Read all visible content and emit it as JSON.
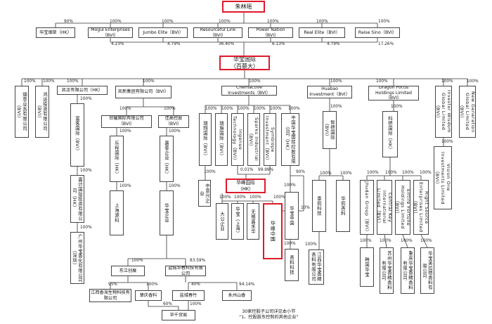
{
  "top": {
    "name": "朱林瑶"
  },
  "hq": {
    "name": "华宝国际",
    "sub": "（百慕大）"
  },
  "shareholders": [
    {
      "name": "华宝烟草（HK）",
      "pct_from_top": "90%",
      "pct_to_hq": ""
    },
    {
      "name": "Mogul Enterprises（BVI）",
      "pct_from_top": "100%",
      "pct_to_hq": "4.23%"
    },
    {
      "name": "Jumbo Elite（BVI）",
      "pct_from_top": "100%",
      "pct_to_hq": "4.79%"
    },
    {
      "name": "Resourceful Link（BVI）",
      "pct_from_top": "100%",
      "pct_to_hq": "36.40%"
    },
    {
      "name": "Power Nation（BVI）",
      "pct_from_top": "100%",
      "pct_to_hq": "6.13%"
    },
    {
      "name": "Real Elite（BVI）",
      "pct_from_top": "100%",
      "pct_to_hq": "4.79%"
    },
    {
      "name": "Raise Sino（BVI）",
      "pct_from_top": "100%",
      "pct_to_hq": "17.26%"
    }
  ],
  "subs": {
    "s1": "烟草业务有限公司（BVI）",
    "s1p": "100%",
    "s2": "鸿运投资有限公司（BVI）",
    "s2p": "100%",
    "kaizheng": "凯正有限公司（HK）",
    "kaizheng_p": "100%",
    "kaixin": "凯新集团有限公司（BVI）",
    "kaixin_p": "100%",
    "chemactive": "Chemactive Investments（BVI）",
    "chemactive_p": "100%",
    "huabao_inv": "Huabao Investment（BVI）",
    "huabao_inv_p": "100%",
    "dragon": "Dragon Focus Holdings Limited（BVI）",
    "dragon_p": "100%",
    "investor_wisdom": "Investor Wisdom Global Limited（BVI）",
    "investor_wisdom_p": "100%",
    "new_generation": "New Generation Global Limited（BVI）",
    "new_generation_p": "100%"
  },
  "kz_chain": {
    "c1": "富客国际（BVI）",
    "c1p": "100%",
    "c2": "嘉计国际投资有限公司（HK）",
    "c2p": "100%",
    "c3": "广州华宝香化有限公司（深圳）",
    "c3p": "100%"
  },
  "kx_chain": {
    "a": "欣耀国际有限公司（BVI）",
    "ap": "100%",
    "a1": "乐程国际（HK）",
    "a1p": "100%",
    "a2": "上海源科",
    "a2p": "100%",
    "b": "佳高控股（BVI）",
    "bp": "100%",
    "b1": "嘉泰企业（HK）",
    "b1p": "100%",
    "b2": "华宝企业",
    "b2p": "100%",
    "dj": "东江创展",
    "dj_p": "100%",
    "ycx": "盐城华春科技有限公司",
    "ycx_p": "83.59%",
    "jx": "江西香海生物科技有限公司",
    "jx_p": "95%",
    "zq": "肇庆香料",
    "zq_p": "100%",
    "ycc": "盐城春竹",
    "ycc_p": "40%",
    "yz": "永州山香",
    "yz_p": "94.14%",
    "hq_trade": "华千贸易",
    "hq_trade_p": "60%",
    "hq_trade_p2": "100%"
  },
  "chem_chain": {
    "k1": "瑞翔国际（BVI）",
    "k1p": "100%",
    "k2": "瑞旗国际（BVI）",
    "k2p": "100%",
    "k3": "Ingenue Technology（BVI）",
    "k3p": "100%",
    "k4": "Sparks Industrial（BVI）",
    "k4p": "100%",
    "k5": "Symbiope Investment（BVI）",
    "k5p": "100%",
    "k6": "中国华宝国际控股有限公司（HK）",
    "k6p": "100%",
    "small1": "0.01%",
    "small2": "99.99%",
    "zg": "中意兴企业",
    "zg_p": "100%",
    "hf": "华峰国际",
    "hf_sub": "（HK）",
    "hf_p1": "100%",
    "hf_p2": "100%",
    "hf_p3": "100%",
    "hfa": "大公企业",
    "hfb": "华宝（上海）",
    "hfc": "无锡嘉禾华",
    "hfd": "华峰中国",
    "hfd_p": "100%",
    "hf_p90": "90%",
    "hf_p10": "10%",
    "hb_sub": "华宝中国",
    "hb_sub_p": "100%",
    "hb_sub2": "香料科技",
    "hb_sub2_p": "100%"
  },
  "hbi_chain": {
    "h1": "智德国际（BVI）",
    "h1p": "100%",
    "h2": "泰熙科技",
    "h2p": "100%",
    "h3": "华熙香料",
    "h3p": "100%",
    "h4": "江西华宝香精香料有限公司",
    "h4p": "100%"
  },
  "dragon_chain": {
    "d1": "科德国际（HK）",
    "d1p": "100%",
    "e1": "Jhudan Group（BVI）",
    "e1p": "100%",
    "e2": "Central Key International Limited（BVI）",
    "e2p": "100%",
    "e3": "Entire Fortune Holdings Limited（BVI）",
    "e3p": "100%",
    "e4": "Right Source Enterprises Limited（BVI）",
    "e4p": "100%",
    "f1": "韩国华宝",
    "f1p": "100%",
    "f2": "苏州华宝香精香料有限公司",
    "f2p": "100%",
    "f3": "重庆华宝香精香料有限公司",
    "f3p": "100%",
    "f4": "华宝美拉德香料有限公司",
    "f4p": "100%"
  },
  "iw_chain": {
    "v1": "Vision One Investments Limited（BVI）",
    "v1p": "100%"
  },
  "footer_note": {
    "line1": "30家控股子公司详见本小节",
    "line2": "“1、控股股东控制的其他企业”"
  },
  "colors": {
    "line": "#333333",
    "highlight": "#e0192b"
  }
}
